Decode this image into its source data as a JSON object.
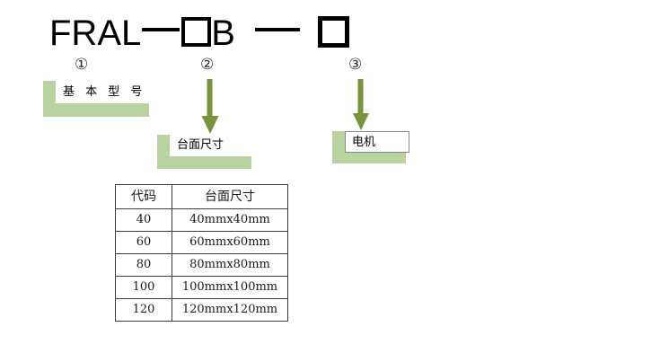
{
  "model_code": {
    "prefix": "FRAL",
    "dash_1": "—",
    "placeholder_1": "□",
    "suffix_letter": "B",
    "dash_2": "—",
    "placeholder_2": "□",
    "full_text": "FRAL—□B — □"
  },
  "markers": [
    {
      "id": "marker-1",
      "label": "①"
    },
    {
      "id": "marker-2",
      "label": "②"
    },
    {
      "id": "marker-3",
      "label": "③"
    }
  ],
  "callouts": [
    {
      "id": "callout-1",
      "text": "基 本 型 号"
    },
    {
      "id": "callout-2",
      "text": "台面尺寸"
    },
    {
      "id": "callout-3",
      "text": "电机"
    }
  ],
  "arrows": [
    {
      "id": "arrow-1",
      "direction": "down"
    },
    {
      "id": "arrow-2",
      "direction": "down"
    }
  ],
  "spec_table": {
    "headers": [
      "代码",
      "台面尺寸"
    ],
    "rows": [
      [
        "40",
        "40mmx40mm"
      ],
      [
        "60",
        "60mmx60mm"
      ],
      [
        "80",
        "80mmx80mm"
      ],
      [
        "100",
        "100mmx100mm"
      ],
      [
        "120",
        "120mmx120mm"
      ]
    ]
  },
  "colors": {
    "callout_green": "#b9d3a0",
    "arrow_green": "#77933c",
    "table_border": "#3c3c3c",
    "text": "#000000",
    "background": "#ffffff"
  }
}
